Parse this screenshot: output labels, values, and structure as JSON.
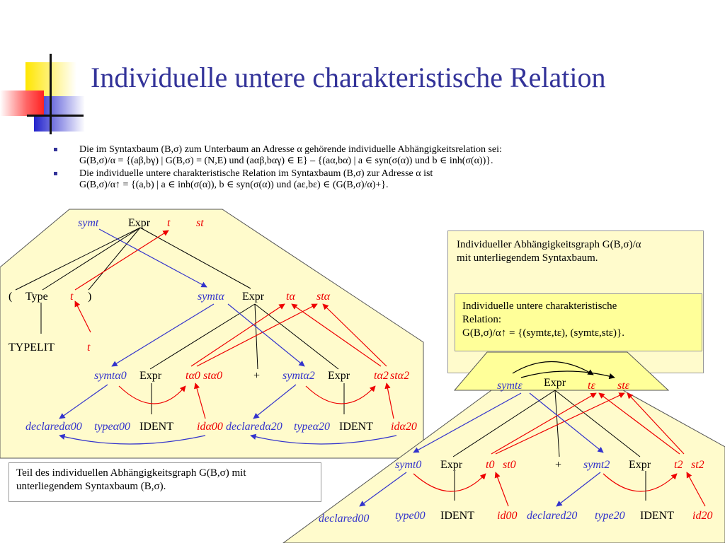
{
  "slide": {
    "title": "Individuelle untere charakteristische Relation",
    "bullets": [
      {
        "line1": "Die im Syntaxbaum (B,σ) zum Unterbaum an Adresse α gehörende individuelle Abhängigkeitsrelation sei:",
        "line2": "G(B,σ)/α = {(aβ,bγ) | G(B,σ) = (N,E) und (aαβ,bαγ) ∈ E} – {(aα,bα) | a ∈ syn(σ(α)) und b ∈ inh(σ(α))}."
      },
      {
        "line1": "Die individuelle untere charakteristische Relation im Syntaxbaum (B,σ) zur Adresse α ist",
        "line2": "G(B,σ)/α↑ = {(a,b) | a ∈ inh(σ(α)), b ∈ syn(σ(α)) und (aε,bε) ∈ (G(B,σ)/α)+}."
      }
    ]
  },
  "info_box": {
    "line1": "Individueller Abhängigkeitsgraph G(B,σ)/α",
    "line2": "mit unterliegendem Syntaxbaum."
  },
  "relation_box": {
    "line1": "Individuelle untere charakteristische",
    "line2": "Relation:",
    "line3": "G(B,σ)/α↑ = {(symtε,tε), (symtε,stε)}."
  },
  "caption_box": {
    "line1": "Teil des individuellen Abhängigkeitsgraph G(B,σ) mit",
    "line2": "unterliegendem Syntaxbaum (B,σ)."
  },
  "left_graph": {
    "root": {
      "symt": "symt",
      "expr": "Expr",
      "t": "t",
      "st": "st"
    },
    "level1": {
      "lparen": "(",
      "type": "Type",
      "t": "t",
      "rparen": ")",
      "symt": "symtα",
      "expr": "Expr",
      "tattr": "tα",
      "stattr": "stα"
    },
    "typelit": {
      "label": "TYPELIT",
      "t": "t"
    },
    "level2": {
      "symt0": "symtα0",
      "expr0": "Expr",
      "t0": "tα0",
      "st0": "stα0",
      "plus": "+",
      "symt2": "symtα2",
      "expr2": "Expr",
      "t2": "tα2",
      "st2": "stα2"
    },
    "level3": {
      "declared0": "declaredα00",
      "type0": "typeα00",
      "ident0": "IDENT",
      "id0": "idα00",
      "declared2": "declaredα20",
      "type2": "typeα20",
      "ident2": "IDENT",
      "id2": "idα20"
    }
  },
  "right_graph": {
    "root": {
      "symt": "symtε",
      "expr": "Expr",
      "t": "tε",
      "st": "stε"
    },
    "level1": {
      "symt0": "symt0",
      "expr0": "Expr",
      "t0": "t0",
      "st0": "st0",
      "plus": "+",
      "symt2": "symt2",
      "expr2": "Expr",
      "t2": "t2",
      "st2": "st2"
    },
    "level2": {
      "declared0": "declared00",
      "type0": "type00",
      "ident0": "IDENT",
      "id0": "id00",
      "declared2": "declared20",
      "type2": "type20",
      "ident2": "IDENT",
      "id2": "id20"
    }
  },
  "colors": {
    "title": "#333399",
    "synthesized": "#ee0000",
    "inherited": "#3333cc",
    "panel": "#fffbcc",
    "relation_panel": "#ffff99"
  }
}
